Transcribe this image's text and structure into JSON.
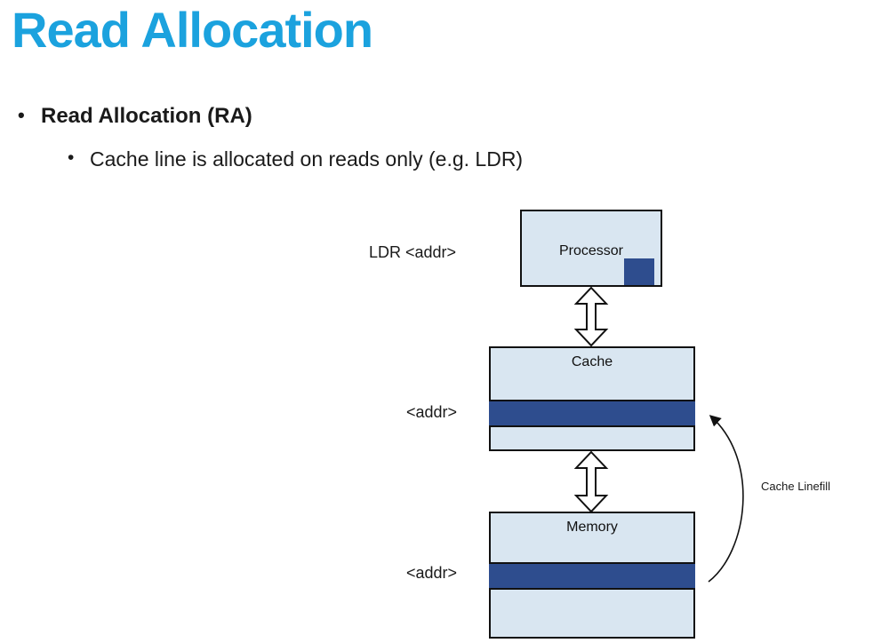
{
  "slide": {
    "title": "Read Allocation",
    "bullets": [
      {
        "marker": "•",
        "text": "Read Allocation (RA)"
      },
      {
        "marker": "•",
        "text": "Cache line is allocated on reads only (e.g. LDR)"
      }
    ]
  },
  "diagram": {
    "instruction_label": "LDR <addr>",
    "processor": {
      "label": "Processor"
    },
    "cache": {
      "label": "Cache",
      "addr_label": "<addr>"
    },
    "memory": {
      "label": "Memory",
      "addr_label": "<addr>"
    },
    "linefill_label": "Cache Linefill"
  },
  "colors": {
    "title": "#1BA2DE",
    "box_fill": "#D9E6F1",
    "allocated_row": "#2E4D8E",
    "outline": "#111111"
  }
}
